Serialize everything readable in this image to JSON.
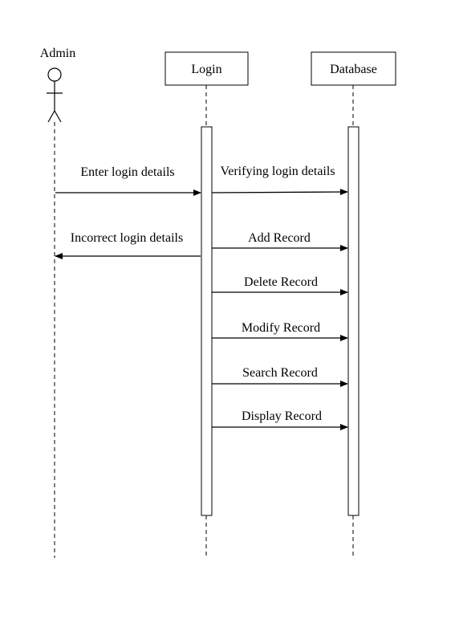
{
  "actor": {
    "label": "Admin"
  },
  "objects": {
    "login": "Login",
    "database": "Database"
  },
  "messages": {
    "enter_login": "Enter login details",
    "verifying_login": "Verifying login details",
    "incorrect_login": "Incorrect login details",
    "add_record": "Add Record",
    "delete_record": "Delete Record",
    "modify_record": "Modify Record",
    "search_record": "Search Record",
    "display_record": "Display Record"
  },
  "colors": {
    "line": "#000000",
    "background": "#ffffff"
  }
}
